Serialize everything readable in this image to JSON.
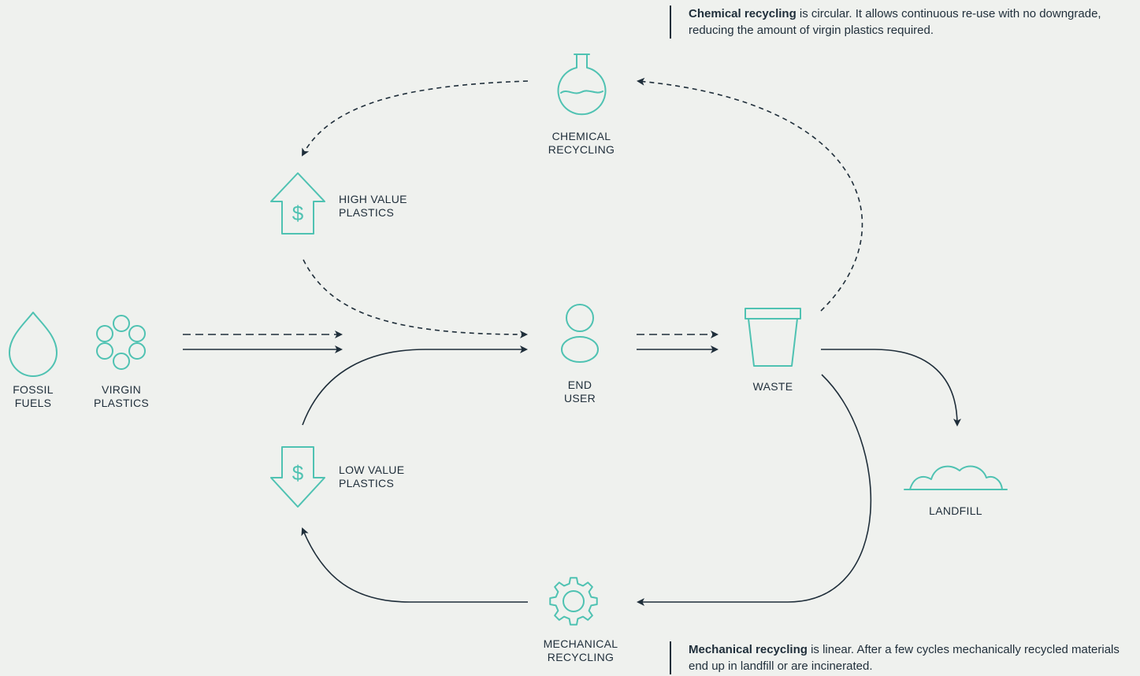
{
  "colors": {
    "background": "#eff1ee",
    "icon": "#4fc2b2",
    "line": "#1f2e3a"
  },
  "icons": {
    "fossil_fuels": "droplet-icon",
    "virgin_plastics": "molecule-ring-icon",
    "chemical_recycling": "flask-icon",
    "high_value": "dollar-up-arrow-icon",
    "low_value": "dollar-down-arrow-icon",
    "end_user": "person-icon",
    "waste": "waste-bin-icon",
    "landfill": "landfill-mound-icon",
    "mechanical_recycling": "gear-icon"
  },
  "nodes": {
    "fossil_fuels": {
      "line1": "FOSSIL",
      "line2": "FUELS"
    },
    "virgin_plastics": {
      "line1": "VIRGIN",
      "line2": "PLASTICS"
    },
    "chemical_recycling": {
      "line1": "CHEMICAL",
      "line2": "RECYCLING"
    },
    "high_value_plastics": {
      "line1": "HIGH VALUE",
      "line2": "PLASTICS"
    },
    "end_user": {
      "line1": "END",
      "line2": "USER"
    },
    "waste": {
      "line1": "WASTE"
    },
    "low_value_plastics": {
      "line1": "LOW VALUE",
      "line2": "PLASTICS"
    },
    "landfill": {
      "line1": "LANDFILL"
    },
    "mechanical_recycling": {
      "line1": "MECHANICAL",
      "line2": "RECYCLING"
    }
  },
  "notes": {
    "chemical": {
      "bold": "Chemical recycling",
      "text": " is circular. It allows continuous re-use with no downgrade, reducing the amount of virgin plastics required."
    },
    "mechanical": {
      "bold": "Mechanical recycling",
      "text": " is linear. After a few cycles mechanically recycled materials end up in landfill or are incinerated."
    }
  }
}
